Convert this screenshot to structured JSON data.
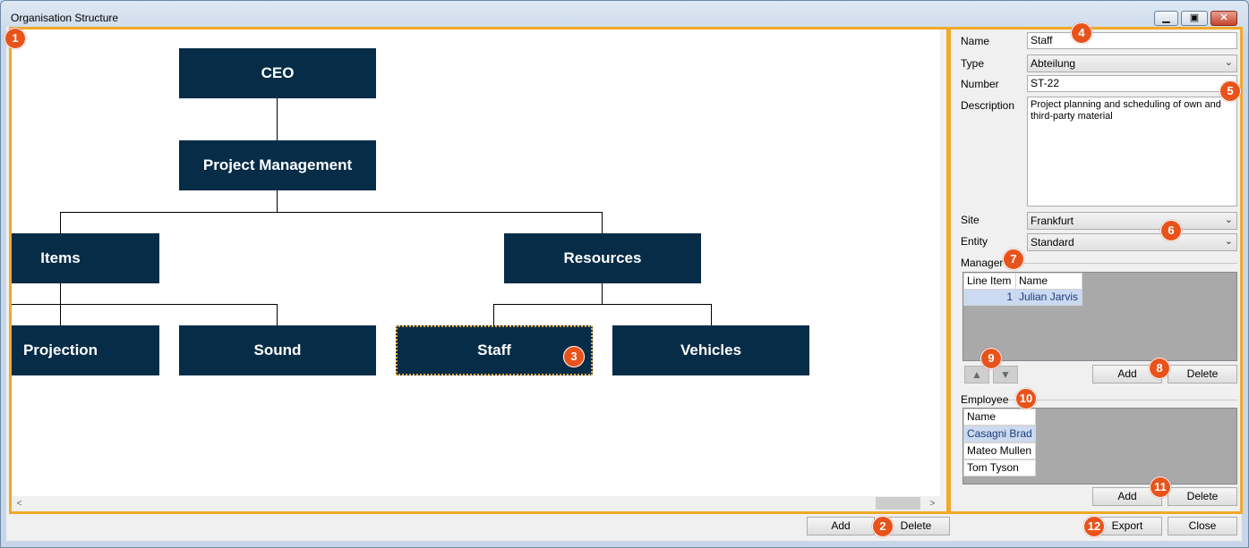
{
  "window": {
    "title": "Organisation Structure",
    "minimize": "▁",
    "restore": "▣",
    "close": "✕"
  },
  "org": {
    "ceo": "CEO",
    "project_management": "Project Management",
    "items": "Items",
    "resources": "Resources",
    "projection": "Projection",
    "sound": "Sound",
    "staff": "Staff",
    "vehicles": "Vehicles"
  },
  "scroll": {
    "left": "<",
    "right": ">"
  },
  "form": {
    "name_label": "Name",
    "name_value": "Staff",
    "type_label": "Type",
    "type_value": "Abteilung",
    "number_label": "Number",
    "number_value": "ST-22",
    "description_label": "Description",
    "description_value": "Project planning and scheduling of own and third-party material",
    "site_label": "Site",
    "site_value": "Frankfurt",
    "entity_label": "Entity",
    "entity_value": "Standard"
  },
  "manager": {
    "label": "Manager",
    "col_line_item": "Line Item",
    "col_name": "Name",
    "rows": [
      {
        "line_item": "1",
        "name": "Julian Jarvis"
      }
    ],
    "up": "▲",
    "down": "▼",
    "add": "Add",
    "delete": "Delete"
  },
  "employee": {
    "label": "Employee",
    "col_name": "Name",
    "rows": [
      "Casagni Brad",
      "Mateo Mullen",
      "Tom Tyson"
    ],
    "add": "Add",
    "delete": "Delete"
  },
  "bottom": {
    "add": "Add",
    "delete": "Delete",
    "export": "Export",
    "close": "Close"
  },
  "badges": [
    "1",
    "2",
    "3",
    "4",
    "5",
    "6",
    "7",
    "8",
    "9",
    "10",
    "11",
    "12"
  ],
  "colors": {
    "node": "#062c47",
    "highlight": "#f1a928",
    "badge": "#e8531b"
  }
}
